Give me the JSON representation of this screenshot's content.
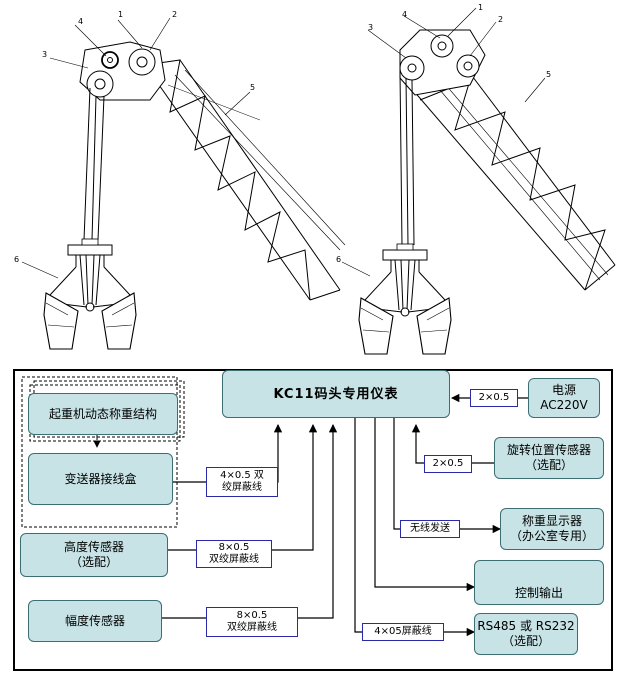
{
  "callouts": {
    "left": [
      "1",
      "2",
      "3",
      "4",
      "5",
      "6"
    ],
    "right": [
      "1",
      "2",
      "3",
      "4",
      "5",
      "6"
    ]
  },
  "diagram": {
    "main_unit": "KC11码头专用仪表",
    "power": {
      "line1": "电源",
      "line2": "AC220V",
      "cable": "2×0.5"
    },
    "rotation_sensor": {
      "line1": "旋转位置传感器",
      "line2": "（选配）",
      "cable": "2×0.5"
    },
    "weigh_structure": "起重机动态称重结构",
    "junction_box": {
      "label": "变送器接线盒",
      "cable_line1": "4×0.5 双",
      "cable_line2": "绞屏蔽线"
    },
    "height_sensor": {
      "line1": "高度传感器",
      "line2": "（选配）",
      "cable_line1": "8×0.5",
      "cable_line2": "双绞屏蔽线"
    },
    "amplitude_sensor": {
      "label": "幅度传感器",
      "cable_line1": "8×0.5",
      "cable_line2": "双绞屏蔽线"
    },
    "wireless": "无线发送",
    "display": {
      "line1": "称重显示器",
      "line2": "（办公室专用）"
    },
    "control": {
      "label": "控制输出"
    },
    "serial": {
      "line1": "RS485 或 RS232",
      "line2": "（选配）",
      "cable": "4×05屏蔽线"
    }
  }
}
